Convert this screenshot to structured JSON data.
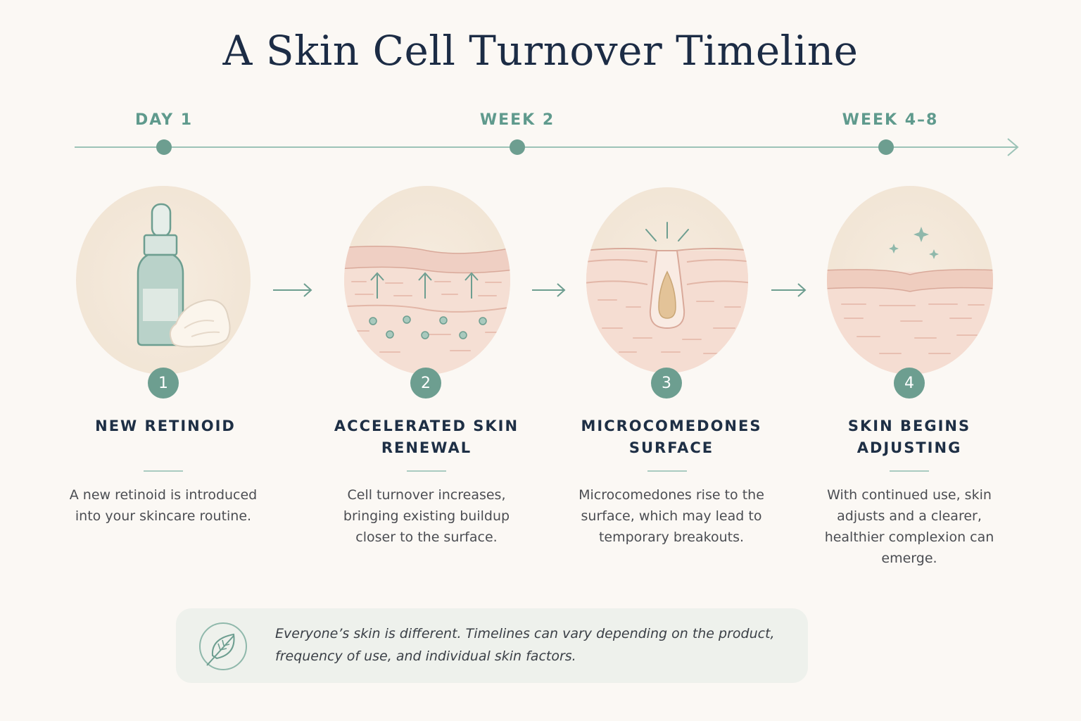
{
  "title": "A Skin Cell Turnover Timeline",
  "timeline": {
    "markers": [
      {
        "label": "DAY 1"
      },
      {
        "label": "WEEK 2"
      },
      {
        "label": "WEEK 4–8"
      }
    ]
  },
  "steps": [
    {
      "number": "1",
      "title": "NEW RETINOID",
      "description": "A new retinoid is introduced into your skincare routine."
    },
    {
      "number": "2",
      "title": "ACCELERATED SKIN RENEWAL",
      "description": "Cell turnover increases, bringing existing buildup closer to the surface."
    },
    {
      "number": "3",
      "title": "MICROCOMEDONES SURFACE",
      "description": "Microcomedones rise to the surface, which may lead to temporary breakouts."
    },
    {
      "number": "4",
      "title": "SKIN BEGINS ADJUSTING",
      "description": "With continued use, skin adjusts and a clearer, healthier complexion can emerge."
    }
  ],
  "note": {
    "icon": "leaf-icon",
    "text": "Everyone’s skin is different. Timelines can vary depending on the product, frequency of use, and individual skin factors."
  },
  "colors": {
    "background": "#fbf8f4",
    "accent": "#6d9e90",
    "heading": "#1c2c45",
    "skin": "#f3ddd2"
  }
}
